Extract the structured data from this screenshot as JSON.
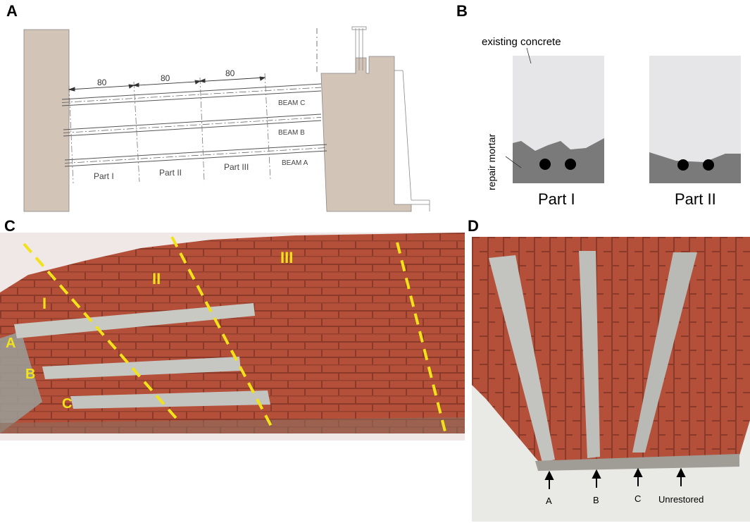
{
  "panels": {
    "a": {
      "letter": "A",
      "dimensions": [
        "80",
        "80",
        "80"
      ],
      "beams": [
        "BEAM C",
        "BEAM B",
        "BEAM A"
      ],
      "parts": [
        "Part I",
        "Part II",
        "Part III"
      ]
    },
    "b": {
      "letter": "B",
      "existing_label": "existing concrete",
      "mortar_label": "repair mortar",
      "parts": [
        "Part I",
        "Part II"
      ]
    },
    "c": {
      "letter": "C",
      "sections": [
        "I",
        "II",
        "III"
      ],
      "beams": [
        "A",
        "B",
        "C"
      ]
    },
    "d": {
      "letter": "D",
      "arrows": [
        "A",
        "B",
        "C",
        "Unrestored"
      ]
    }
  },
  "colors": {
    "wall": "#d3c4b8",
    "concrete_light": "#e6e6e8",
    "mortar_dark": "#7a7a7a",
    "brick": "#b4503a",
    "marker_yellow": "#f2e21a"
  }
}
